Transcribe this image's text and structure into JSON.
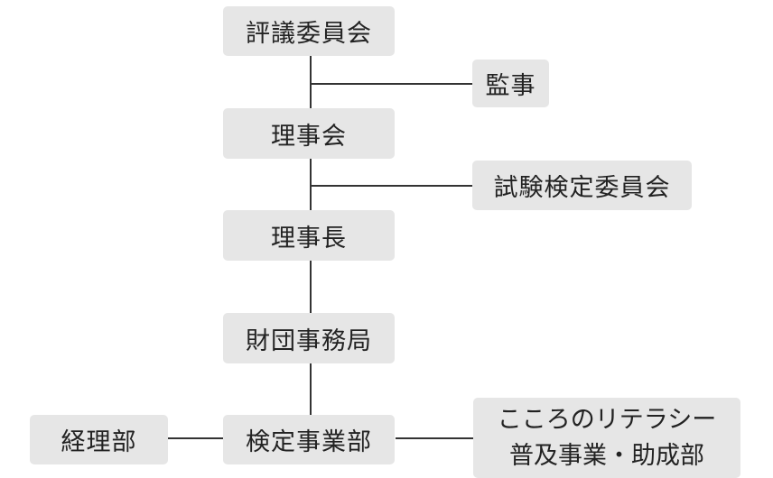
{
  "org_chart": {
    "council": "評議委員会",
    "auditor": "監事",
    "board": "理事会",
    "exam_committee": "試験検定委員会",
    "chairman": "理事長",
    "secretariat": "財団事務局",
    "exam_division": "検定事業部",
    "accounting": "経理部",
    "literacy_division": {
      "line1": "こころのリテラシー",
      "line2": "普及事業・助成部"
    }
  },
  "colors": {
    "box_fill": "#e6e6e6",
    "line": "#333333",
    "text": "#222222"
  }
}
